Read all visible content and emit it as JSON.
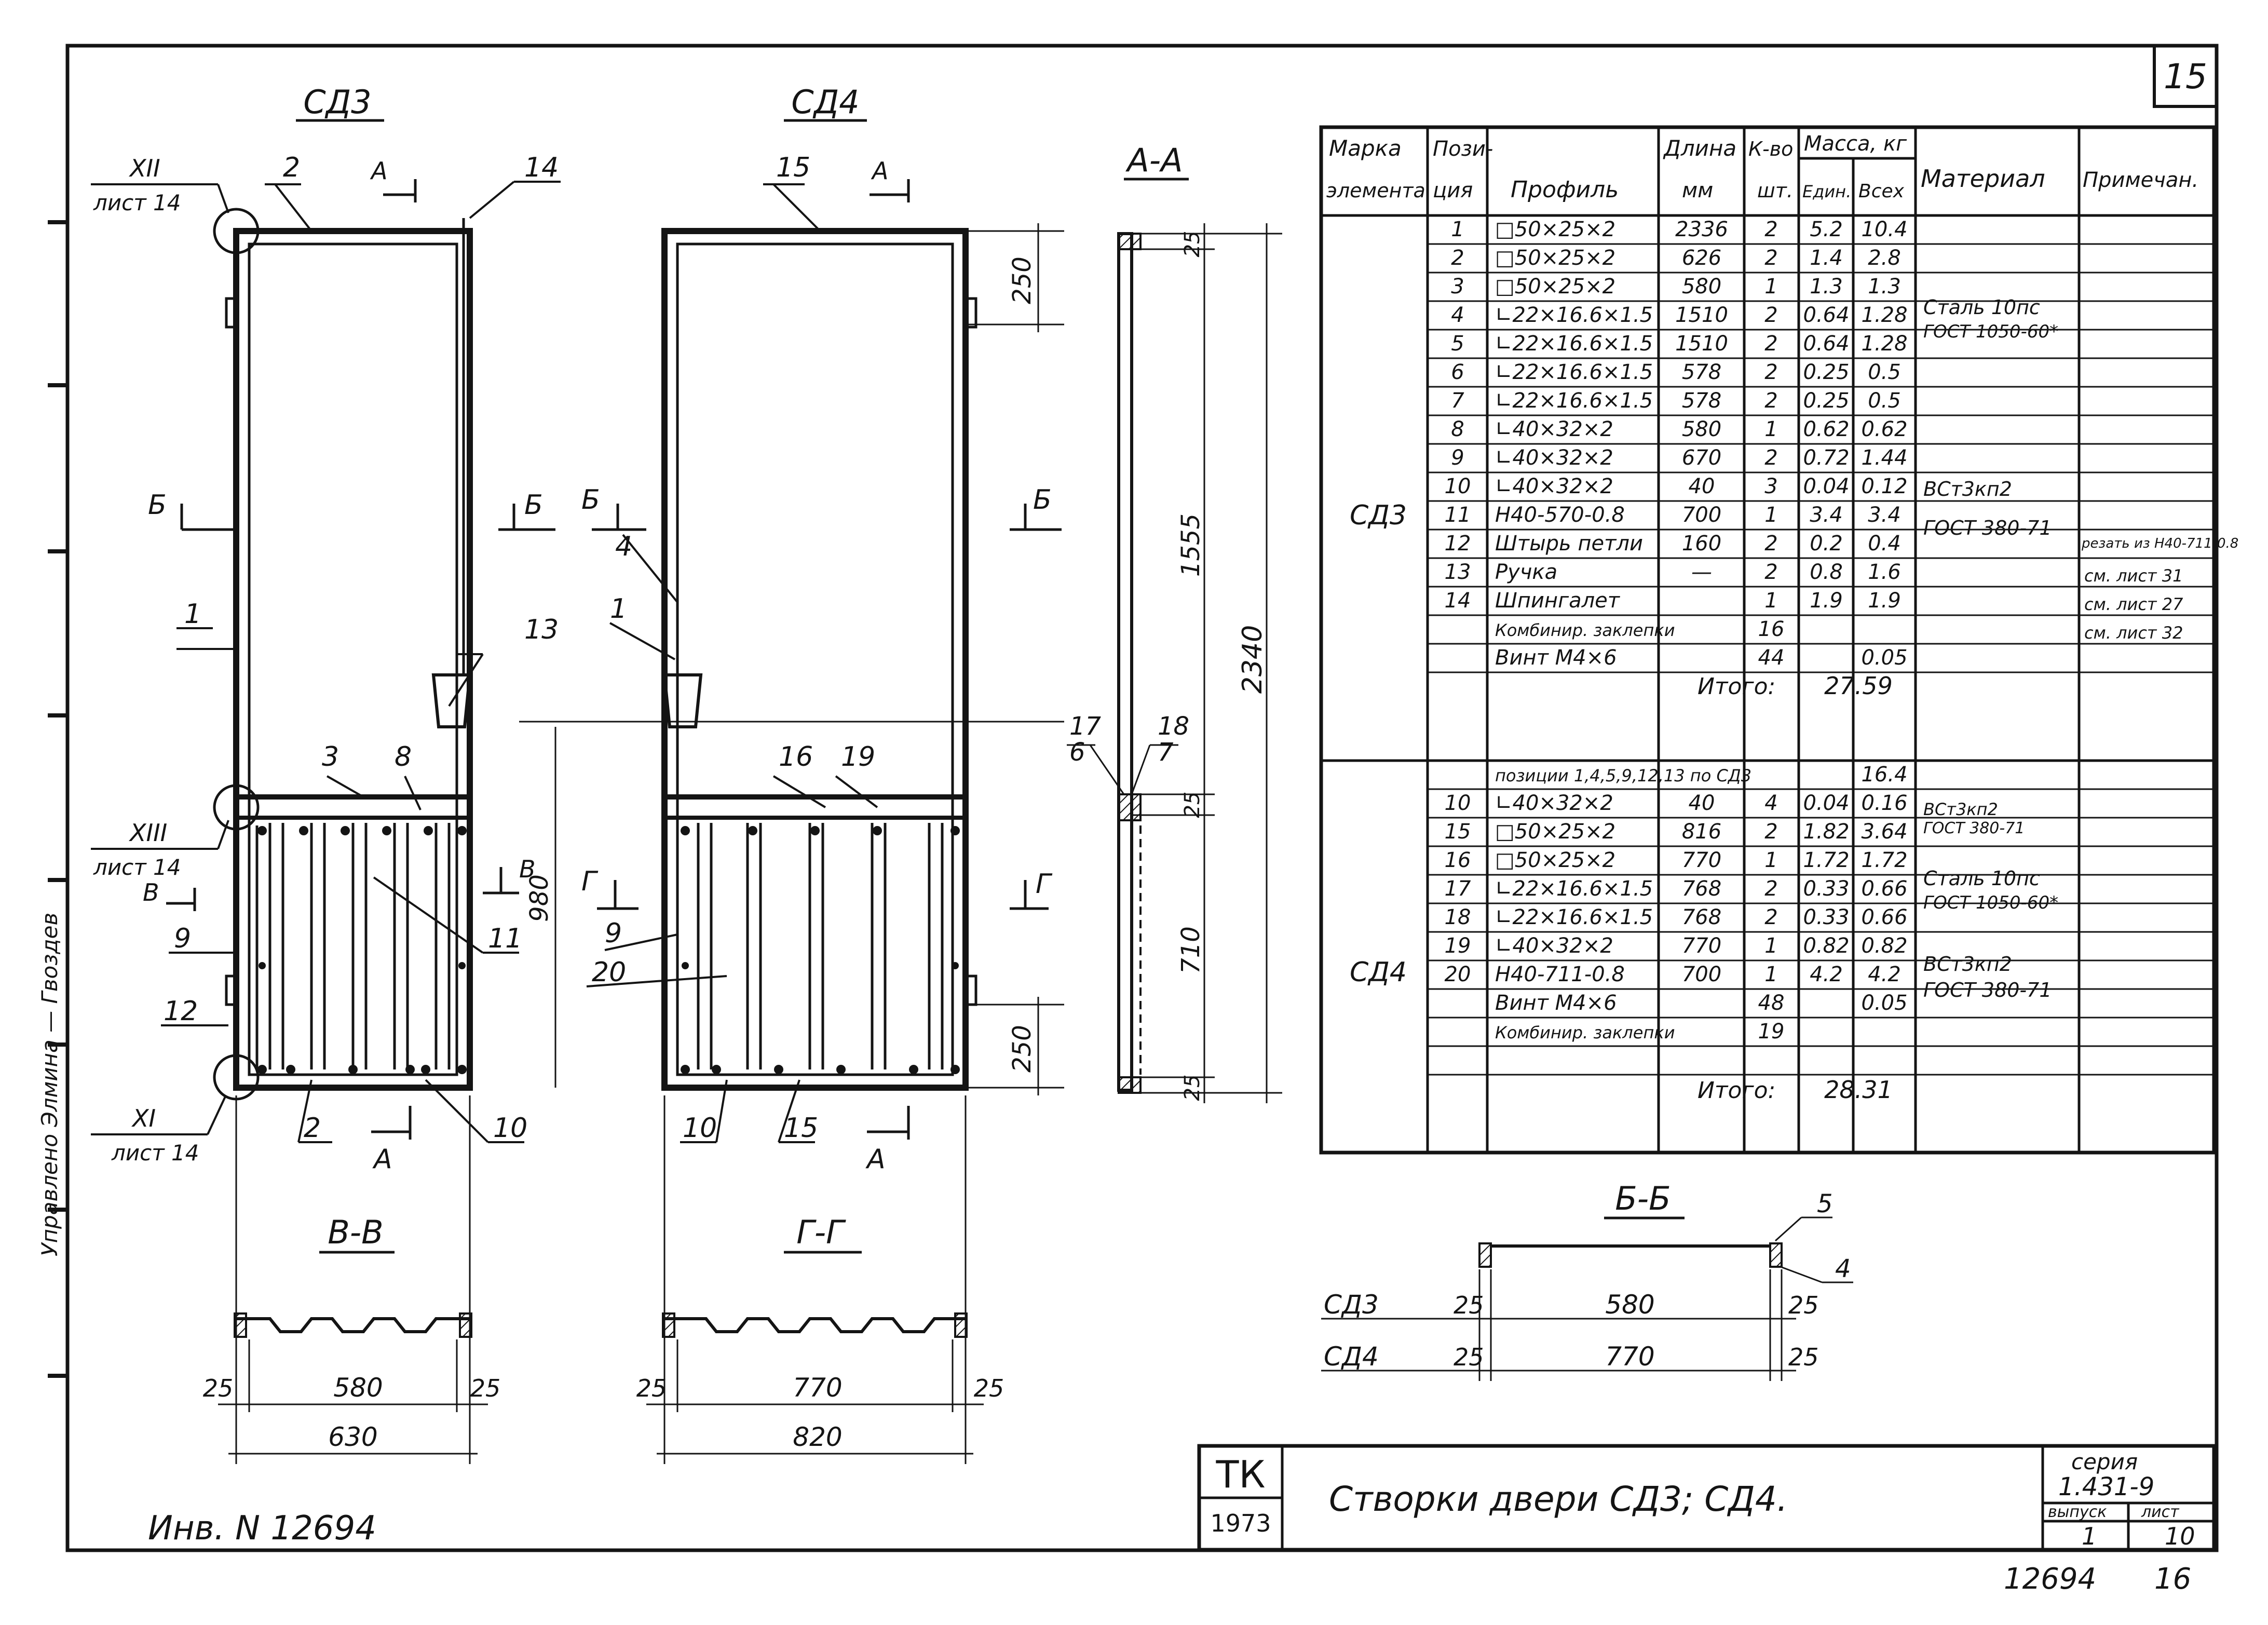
{
  "sheet": {
    "corner_number": "15",
    "inventory": "Инв. N 12694",
    "bottom_code": "12694",
    "bottom_page": "16",
    "margin_signature": "Управлено  Элмина  — Гвоздев"
  },
  "views": {
    "sd3_title": "СД3",
    "sd4_title": "СД4",
    "aa_title": "А-А",
    "vv_title": "В-В",
    "gg_title": "Г-Г",
    "bb_title": "Б-Б"
  },
  "refs": {
    "xii": "XII",
    "xiii": "XIII",
    "xi": "XI",
    "sheet14": "лист 14",
    "b": "Б",
    "v": "В",
    "g": "Г",
    "a": "А"
  },
  "labels": [
    "1",
    "2",
    "3",
    "4",
    "5",
    "6",
    "7",
    "8",
    "9",
    "10",
    "11",
    "12",
    "13",
    "14",
    "15",
    "16",
    "17",
    "18",
    "19",
    "20"
  ],
  "dims": {
    "d250": "250",
    "d1555": "1555",
    "d2340": "2340",
    "d980": "980",
    "d710": "710",
    "d25": "25",
    "d580": "580",
    "d630": "630",
    "d770": "770",
    "d820": "820"
  },
  "table": {
    "headers": {
      "mark": [
        "Марка",
        "элемента"
      ],
      "pos": [
        "Пози-",
        "ция"
      ],
      "profile": "Профиль",
      "length": [
        "Длина",
        "мм"
      ],
      "qty": [
        "К-во",
        "шт."
      ],
      "mass": "Масса, кг",
      "mass_unit": "Един.",
      "mass_total": "Всех",
      "material": "Материал",
      "note": "Примечан."
    },
    "sd3_mark": "СД3",
    "sd4_mark": "СД4",
    "sd3_rows": [
      [
        "1",
        "□50×25×2",
        "2336",
        "2",
        "5.2",
        "10.4"
      ],
      [
        "2",
        "□50×25×2",
        "626",
        "2",
        "1.4",
        "2.8"
      ],
      [
        "3",
        "□50×25×2",
        "580",
        "1",
        "1.3",
        "1.3"
      ],
      [
        "4",
        "∟22×16.6×1.5",
        "1510",
        "2",
        "0.64",
        "1.28"
      ],
      [
        "5",
        "∟22×16.6×1.5",
        "1510",
        "2",
        "0.64",
        "1.28"
      ],
      [
        "6",
        "∟22×16.6×1.5",
        "578",
        "2",
        "0.25",
        "0.5"
      ],
      [
        "7",
        "∟22×16.6×1.5",
        "578",
        "2",
        "0.25",
        "0.5"
      ],
      [
        "8",
        "∟40×32×2",
        "580",
        "1",
        "0.62",
        "0.62"
      ],
      [
        "9",
        "∟40×32×2",
        "670",
        "2",
        "0.72",
        "1.44"
      ],
      [
        "10",
        "∟40×32×2",
        "40",
        "3",
        "0.04",
        "0.12"
      ],
      [
        "11",
        "Н40-570-0.8",
        "700",
        "1",
        "3.4",
        "3.4"
      ],
      [
        "12",
        "Штырь петли",
        "160",
        "2",
        "0.2",
        "0.4"
      ],
      [
        "13",
        "Ручка",
        "—",
        "2",
        "0.8",
        "1.6"
      ],
      [
        "14",
        "Шпингалет",
        "",
        "1",
        "1.9",
        "1.9"
      ],
      [
        "",
        "Комбинир. заклепки",
        "",
        "16",
        "",
        ""
      ],
      [
        "",
        "Винт М4×6",
        "",
        "44",
        "",
        "0.05"
      ]
    ],
    "sd3_total_label": "Итого:",
    "sd3_total": "27.59",
    "sd3_materials": [
      [
        "Сталь 10пс",
        "ГОСТ 1050-60*"
      ],
      [
        "ВСт3кп2",
        "ГОСТ 380-71"
      ]
    ],
    "sd3_notes": {
      "r11": "резать из Н40-711-0.8",
      "r12": "см. лист 31",
      "r13": "см. лист 27",
      "r14": "см. лист 32"
    },
    "sd4_rows": [
      [
        "",
        "позиции 1,4,5,9,12,13 по СД3",
        "",
        "",
        "",
        "16.4"
      ],
      [
        "10",
        "∟40×32×2",
        "40",
        "4",
        "0.04",
        "0.16"
      ],
      [
        "15",
        "□50×25×2",
        "816",
        "2",
        "1.82",
        "3.64"
      ],
      [
        "16",
        "□50×25×2",
        "770",
        "1",
        "1.72",
        "1.72"
      ],
      [
        "17",
        "∟22×16.6×1.5",
        "768",
        "2",
        "0.33",
        "0.66"
      ],
      [
        "18",
        "∟22×16.6×1.5",
        "768",
        "2",
        "0.33",
        "0.66"
      ],
      [
        "19",
        "∟40×32×2",
        "770",
        "1",
        "0.82",
        "0.82"
      ],
      [
        "20",
        "Н40-711-0.8",
        "700",
        "1",
        "4.2",
        "4.2"
      ],
      [
        "",
        "Винт М4×6",
        "",
        "48",
        "",
        "0.05"
      ],
      [
        "",
        "Комбинир. заклепки",
        "",
        "19",
        "",
        ""
      ],
      [
        "",
        "",
        "",
        "",
        "",
        ""
      ]
    ],
    "sd4_total_label": "Итого:",
    "sd4_total": "28.31",
    "sd4_materials": [
      [
        "ВСт3кп2",
        "ГОСТ 380-71"
      ],
      [
        "Сталь 10пс",
        "ГОСТ 1050-60*"
      ],
      [
        "ВСт3кп2",
        "ГОСТ 380-71"
      ]
    ]
  },
  "title_block": {
    "tk": "ТК",
    "year": "1973",
    "title": "Створки двери СД3; СД4.",
    "series_label": "серия",
    "series": "1.431-9",
    "issue_label": "выпуск",
    "issue": "1",
    "sheet_label": "лист",
    "sheet": "10"
  }
}
